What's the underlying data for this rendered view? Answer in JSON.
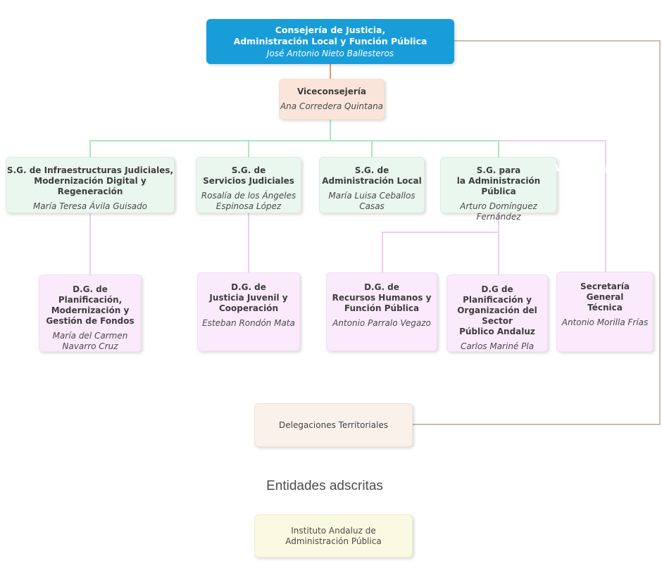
{
  "org": {
    "root": {
      "title_lines": [
        "Consejería de Justicia,",
        "Administración Local y Función Pública"
      ],
      "person": "José Antonio Nieto Ballesteros"
    },
    "vice": {
      "title": "Viceconsejería",
      "person": "Ana Corredera Quintana"
    },
    "sg": [
      {
        "lines": [
          "S.G. de Infraestructuras Judiciales,",
          "Modernización Digital y Regeneración"
        ],
        "person": "María Teresa Ávila Guisado"
      },
      {
        "lines": [
          "S.G. de",
          "Servicios Judiciales"
        ],
        "person": "Rosalía de los Ángeles Espinosa López"
      },
      {
        "lines": [
          "S.G. de",
          "Administración Local"
        ],
        "person": "María Luisa Ceballos Casas"
      },
      {
        "lines": [
          "S.G. para",
          "la Administración Pública"
        ],
        "person": "Arturo Domínguez Fernández"
      }
    ],
    "dg": [
      {
        "lines": [
          "D.G. de",
          "Planificación,",
          "Modernización y",
          "Gestión de Fondos"
        ],
        "person": "María del Carmen Navarro Cruz"
      },
      {
        "lines": [
          "D.G. de",
          "Justicia Juvenil y",
          "Cooperación"
        ],
        "person": "Esteban Rondón Mata"
      },
      {
        "lines": [
          "D.G. de",
          "Recursos Humanos y",
          "Función Pública"
        ],
        "person": "Antonio Parralo Vegazo"
      },
      {
        "lines": [
          "D.G de",
          "Planificación y",
          "Organización del",
          "Sector",
          "Público Andaluz"
        ],
        "person": "Carlos Mariné Pla"
      },
      {
        "lines": [
          "Secretaría",
          "General",
          "Técnica"
        ],
        "person": "Antonio Morilla Frías"
      }
    ],
    "delegaciones_label": "Delegaciones Territoriales",
    "entidades_heading": "Entidades adscritas",
    "instituto_lines": [
      "Instituto Andaluz de",
      "Administración Pública"
    ],
    "ghost_label": "Viceconsejería"
  },
  "colors": {
    "root_box": "#189dd9",
    "vice_box": "#fbe5da",
    "sg_box": "#eaf7ee",
    "dg_box": "#fbeafb",
    "delegaciones_box": "#faf1ea",
    "instituto_box": "#fafae2",
    "line_salmon": "#f0946c",
    "line_green": "#a6e8be",
    "line_pink": "#f2cbf2",
    "line_tan": "#c9bdb1"
  }
}
